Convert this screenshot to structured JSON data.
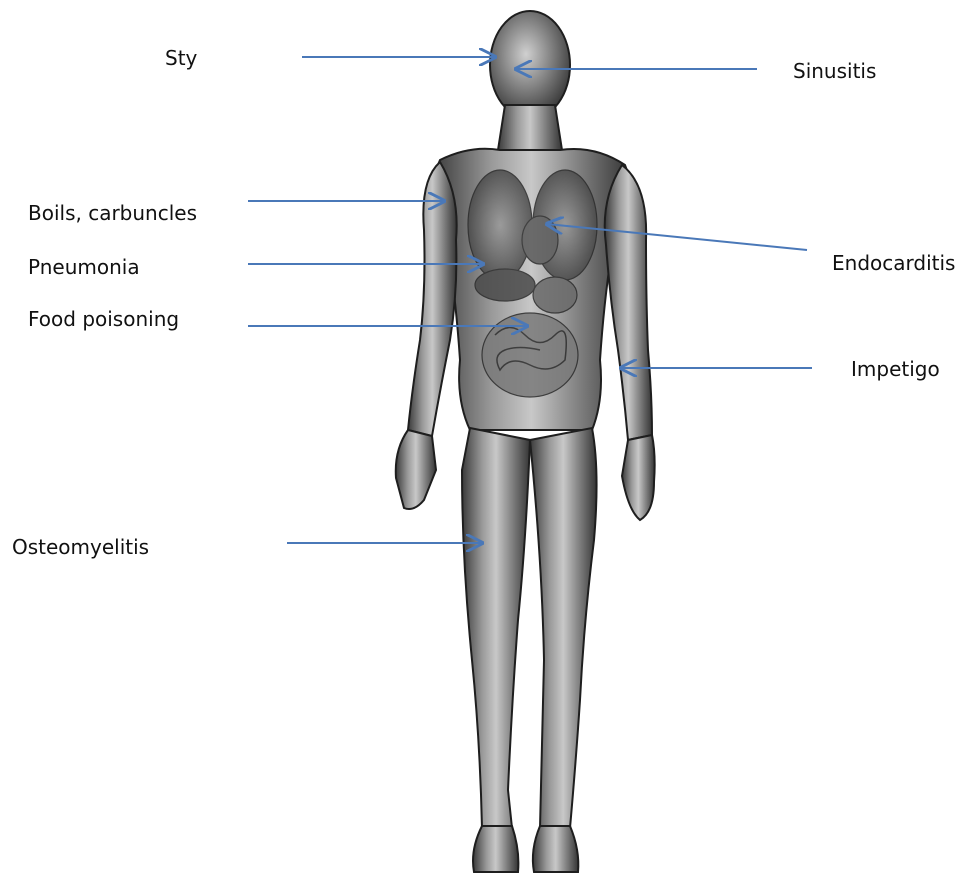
{
  "labels": {
    "sty": "Sty",
    "sinusitis": "Sinusitis",
    "boils": "Boils, carbuncles",
    "pneumonia": "Pneumonia",
    "food": "Food poisoning",
    "endocarditis": "Endocarditis",
    "impetigo": "Impetigo",
    "osteomyelitis": "Osteomyelitis"
  },
  "colors": {
    "arrow": "#4a78b8",
    "figure": "#6b6b6b"
  }
}
